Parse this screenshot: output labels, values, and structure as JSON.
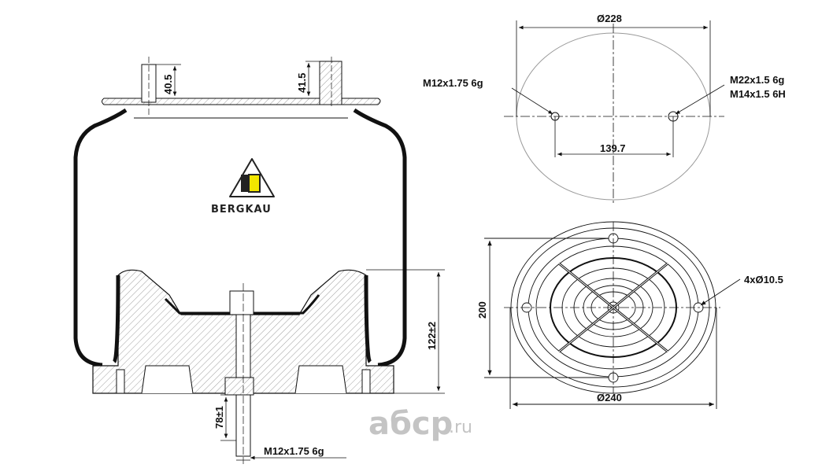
{
  "drawing": {
    "side_view": {
      "dim_top_left_stud": "40.5",
      "dim_top_right_stud": "41.5",
      "dim_piston_height": "122±2",
      "dim_bottom_stud": "78±1",
      "bottom_thread": "M12x1.75 6g",
      "brand": "BERGKAU"
    },
    "top_view": {
      "diameter": "Ø228",
      "thread_left": "M12x1.75 6g",
      "thread_right_1": "M22x1.5 6g",
      "thread_right_2": "M14x1.5 6H",
      "hole_spacing": "139.7"
    },
    "bottom_view": {
      "height": "200",
      "diameter": "Ø240",
      "holes": "4xØ10.5"
    },
    "watermark": {
      "main": "aбcp",
      "suffix": ".ru"
    },
    "colors": {
      "logo_yellow": "#f2e600",
      "line": "#111111",
      "watermark": "#c4c4c4"
    }
  }
}
